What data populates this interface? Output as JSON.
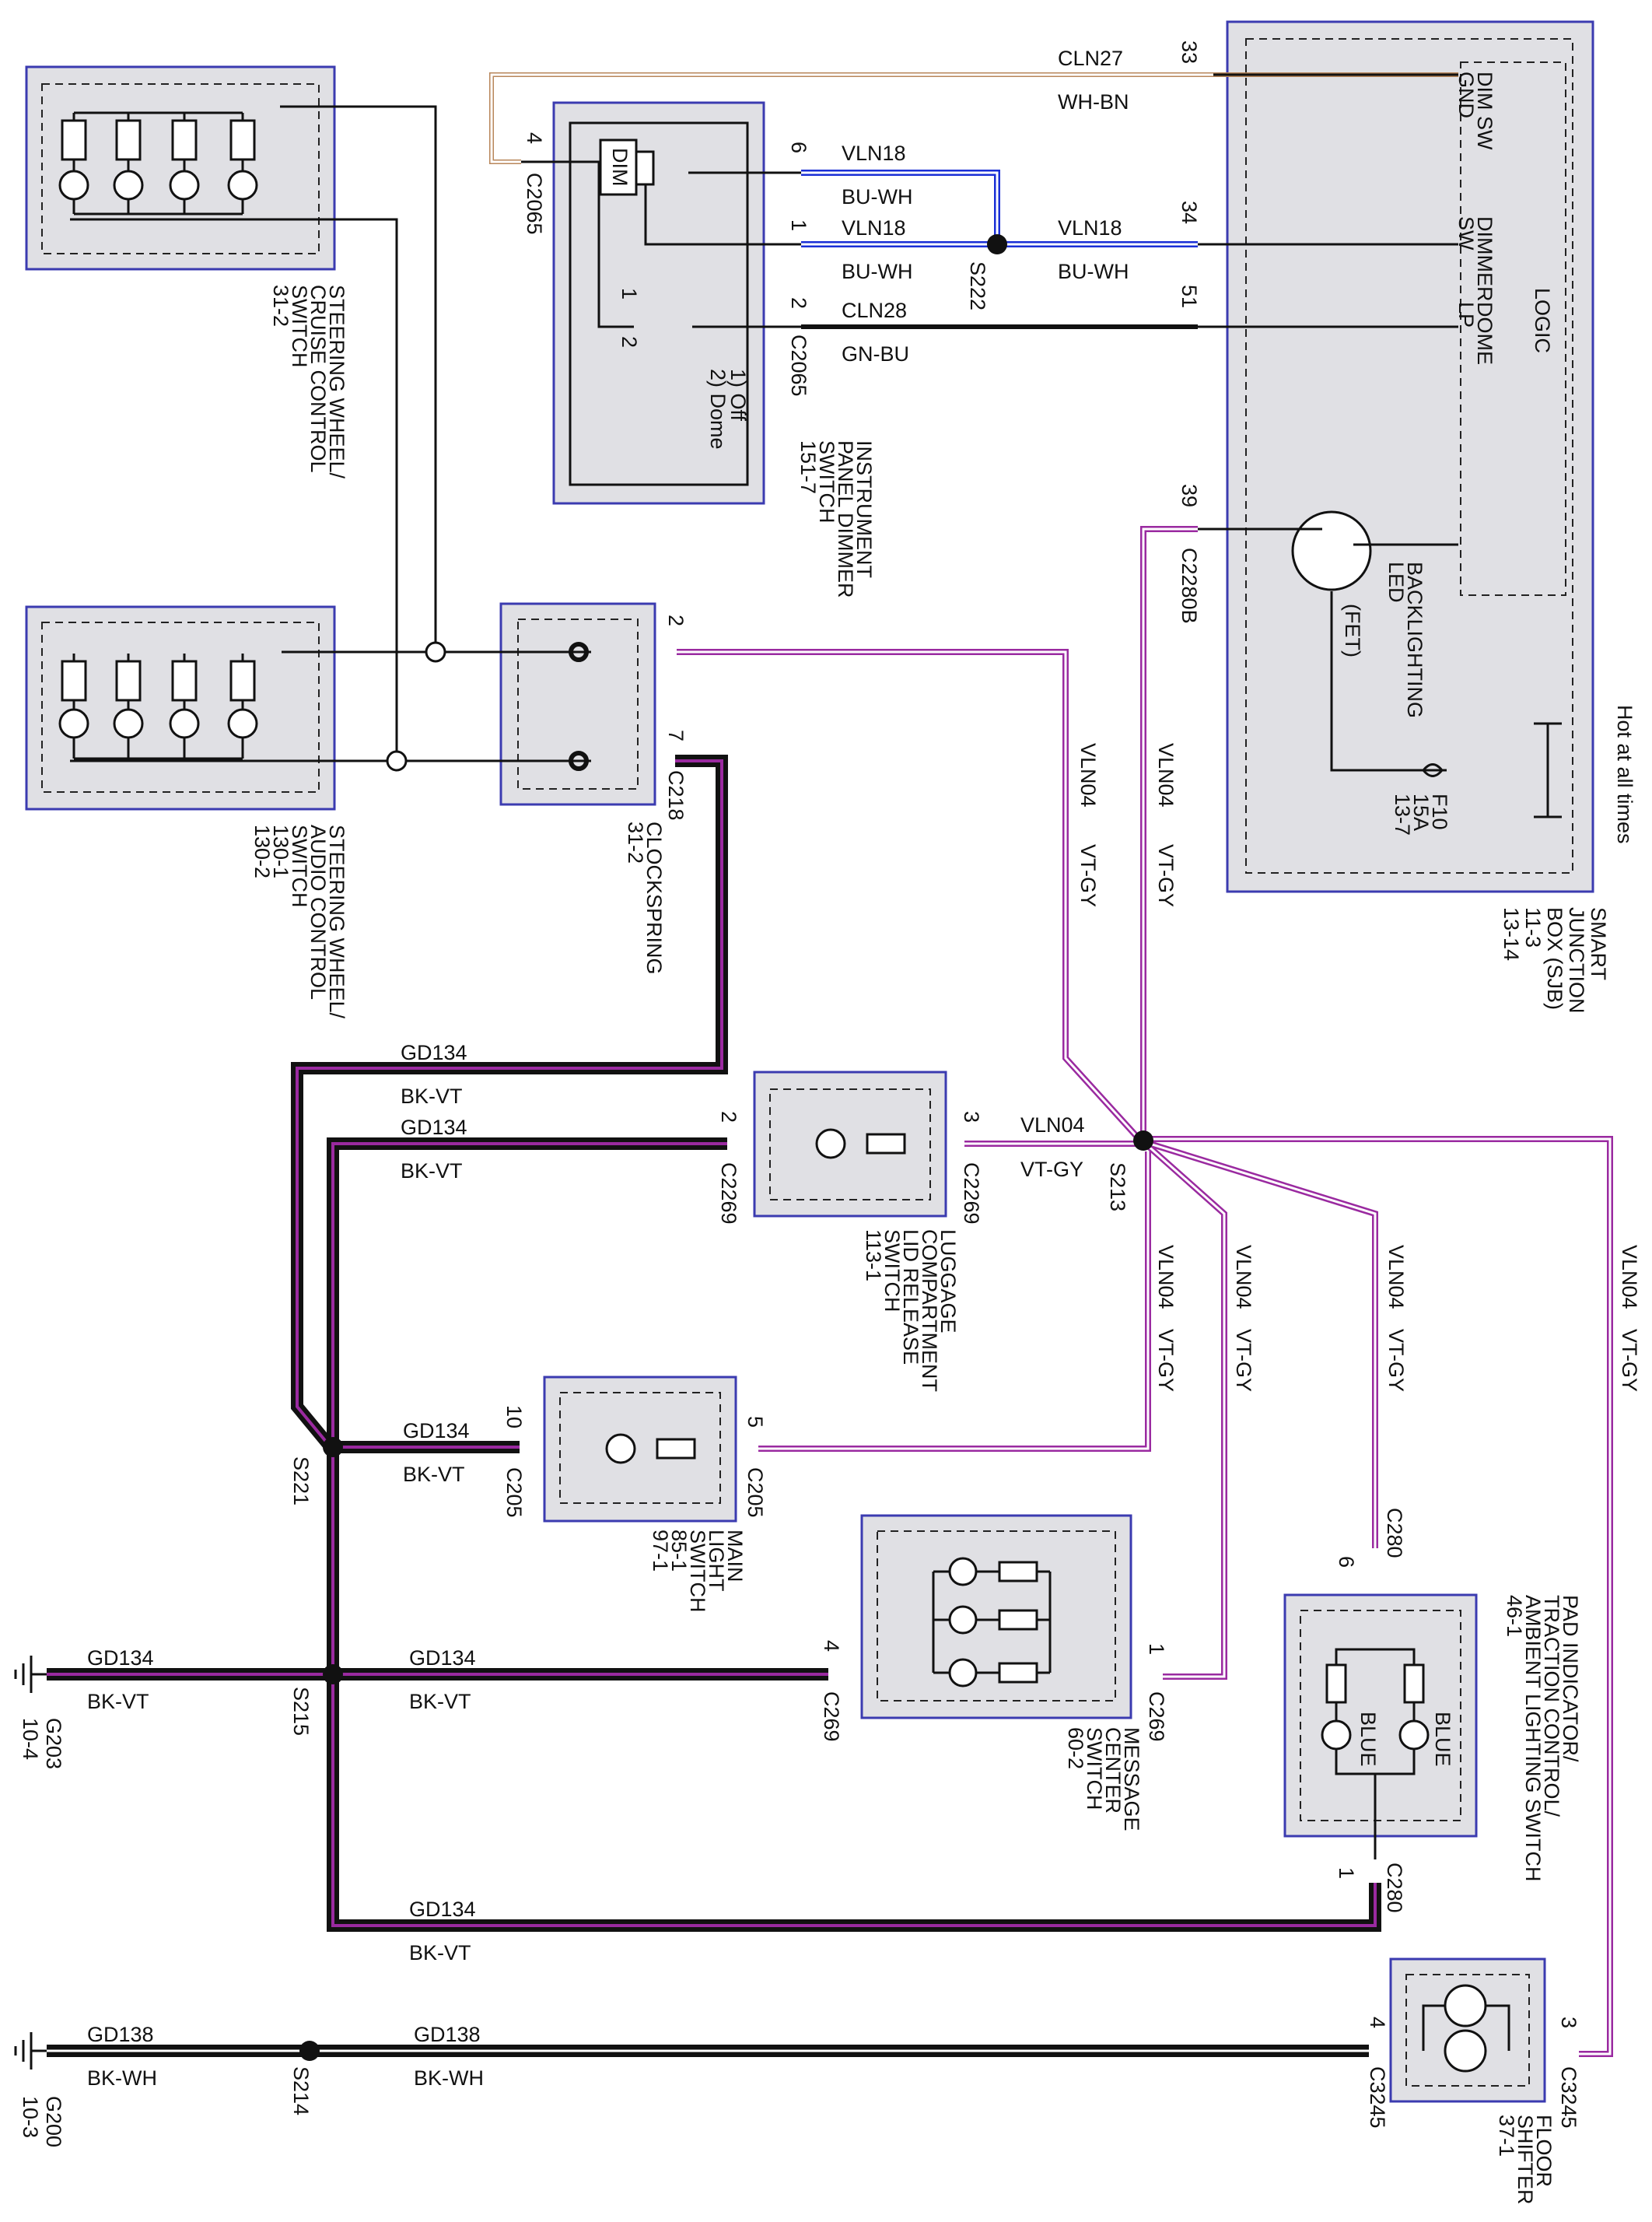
{
  "components": {
    "sjb": {
      "lines": [
        "SMART",
        "JUNCTION",
        "BOX (SJB)",
        "11-3",
        "13-14"
      ]
    },
    "logic": {
      "label": "LOGIC",
      "dim_sw_gnd": [
        "DIM SW",
        "GND"
      ],
      "dimmer_sw": [
        "DIMMER",
        "SW"
      ],
      "dome_lp": [
        "DOME",
        "LP"
      ]
    },
    "backlighting": {
      "lines": [
        "BACKLIGHTING",
        "LED"
      ],
      "fet": "(FET)"
    },
    "fuse": {
      "lines": [
        "F10",
        "15A",
        "13-7"
      ]
    },
    "hot": "Hot at all times",
    "ip_dimmer": {
      "lines": [
        "INSTRUMENT",
        "PANEL DIMMER",
        "SWITCH",
        "151-7"
      ],
      "dim": "DIM",
      "pos1": "1",
      "pos2": "2",
      "legend": [
        "1) Off",
        "2) Dome"
      ]
    },
    "sw_cruise": {
      "lines": [
        "STEERING WHEEL/",
        "CRUISE CONTROL",
        "SWITCH",
        "31-2"
      ]
    },
    "sw_audio": {
      "lines": [
        "STEERING WHEEL/",
        "AUDIO CONTROL",
        "SWITCH",
        "130-1",
        "130-2"
      ]
    },
    "clockspring": {
      "lines": [
        "CLOCKSPRING",
        "31-2"
      ]
    },
    "luggage": {
      "lines": [
        "LUGGAGE",
        "COMPARTMENT",
        "LID RELEASE",
        "SWITCH",
        "113-1"
      ]
    },
    "main_light": {
      "lines": [
        "MAIN",
        "LIGHT",
        "SWITCH",
        "85-1",
        "97-1"
      ]
    },
    "message_center": {
      "lines": [
        "MESSAGE",
        "CENTER",
        "SWITCH",
        "60-2"
      ]
    },
    "pad_indicator": {
      "lines": [
        "PAD INDICATOR/",
        "TRACTION CONTROL/",
        "AMBIENT LIGHTING SWITCH",
        "46-1"
      ],
      "blue1": "BLUE",
      "blue2": "BLUE"
    },
    "floor_shifter": {
      "lines": [
        "FLOOR",
        "SHIFTER",
        "37-1"
      ]
    }
  },
  "wires": {
    "cln27": "CLN27",
    "wh_bn": "WH-BN",
    "vln18": "VLN18",
    "bu_wh": "BU-WH",
    "cln28": "CLN28",
    "gn_bu": "GN-BU",
    "vln04": "VLN04",
    "vt_gy": "VT-GY",
    "gd134": "GD134",
    "bk_vt": "BK-VT",
    "gd138": "GD138",
    "bk_wh": "BK-WH"
  },
  "connectors": {
    "c2065": "C2065",
    "c2280b": "C2280B",
    "c218": "C218",
    "c2269": "C2269",
    "c205": "C205",
    "c269": "C269",
    "c280": "C280",
    "c3245": "C3245"
  },
  "pins": {
    "p1": "1",
    "p2": "2",
    "p3": "3",
    "p4": "4",
    "p5": "5",
    "p6": "6",
    "p7": "7",
    "p10": "10",
    "p33": "33",
    "p34": "34",
    "p39": "39",
    "p51": "51"
  },
  "splices": {
    "s222": "S222",
    "s213": "S213",
    "s221": "S221",
    "s215": "S215",
    "s214": "S214"
  },
  "grounds": {
    "g203": [
      "G203",
      "10-4"
    ],
    "g200": [
      "G200",
      "10-3"
    ]
  }
}
